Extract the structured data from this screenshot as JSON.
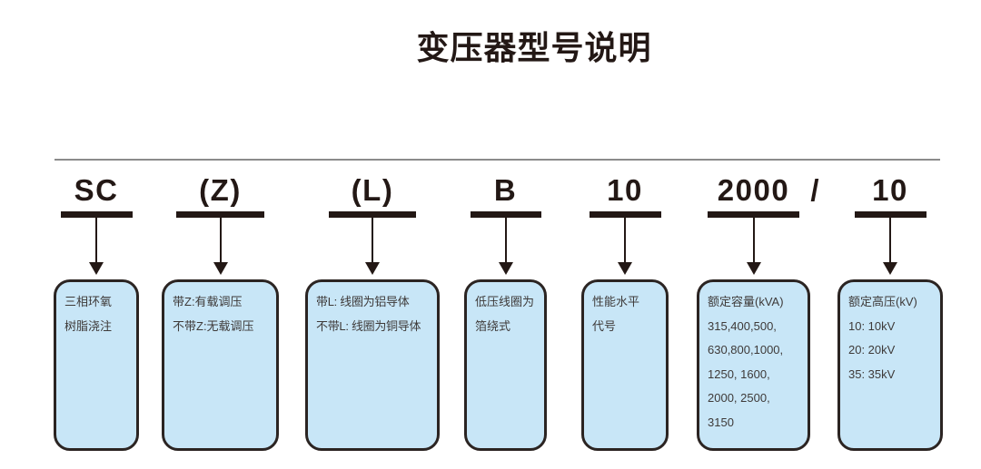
{
  "title": "变压器型号说明",
  "separator": "/",
  "colors": {
    "ink": "#231815",
    "box_fill": "#c8e6f7",
    "box_border": "#2b2422",
    "box_text": "#3e3a39",
    "divider": "#8b8b8b"
  },
  "segments": [
    {
      "code": "SC",
      "description": "三相环氧\n树脂浇注"
    },
    {
      "code": "(Z)",
      "description": "带Z:有载调压\n不带Z:无载调压"
    },
    {
      "code": "(L)",
      "description": "带L: 线圈为铝导体\n不带L: 线圈为铜导体"
    },
    {
      "code": "B",
      "description": "低压线圈为\n箔绕式"
    },
    {
      "code": "10",
      "description": "性能水平\n代号"
    },
    {
      "code": "2000",
      "description": "额定容量(kVA)\n315,400,500,\n630,800,1000,\n1250, 1600,\n2000, 2500,\n3150"
    },
    {
      "code": "10",
      "description": "额定高压(kV)\n10: 10kV\n20: 20kV\n35: 35kV"
    }
  ]
}
